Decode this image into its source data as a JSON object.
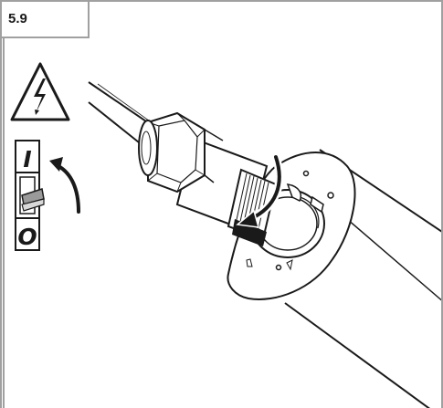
{
  "step": {
    "label": "5.9"
  },
  "switch": {
    "on_label": "I",
    "off_label": "O"
  },
  "icons": {
    "warning": "high-voltage-warning-icon",
    "switch": "power-switch-icon",
    "rotate": "rotate-arrow-icon"
  },
  "colors": {
    "frame": "#a0a0a0",
    "ink": "#1a1a1a",
    "switch_rocker": "#9a9a9a"
  }
}
